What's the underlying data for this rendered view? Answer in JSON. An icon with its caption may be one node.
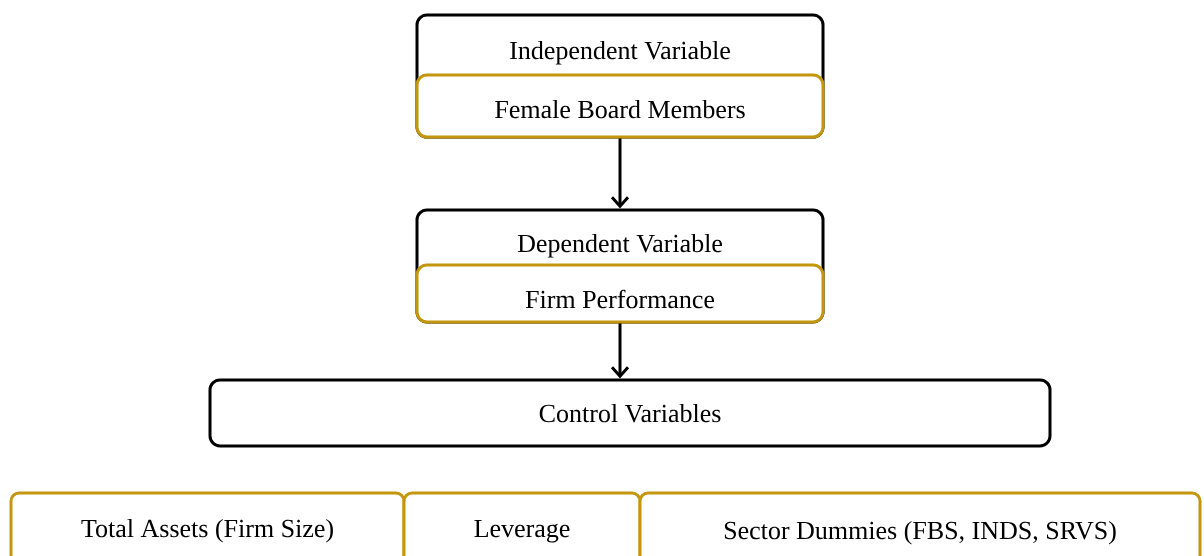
{
  "diagram": {
    "nodes": [
      {
        "text": [
          "Independent Variable"
        ]
      },
      {
        "text": [
          "Female Board Members"
        ],
        "in": 0
      },
      {
        "text": [
          "Dependent Variable"
        ]
      },
      {
        "text": [
          "Firm Performance"
        ],
        "in": 2
      },
      {
        "text": [
          "Control Variables"
        ]
      },
      {
        "text": [
          "Total Assets (Firm Size)"
        ]
      },
      {
        "text": [
          "Leverage"
        ]
      },
      {
        "text": [
          "Sector Dummies (FBS, INDS, SRVS)"
        ]
      }
    ],
    "edges": [
      {
        "from": 1,
        "to": 2,
        "arrow": "to"
      },
      {
        "from": 3,
        "to": 4,
        "arrow": "to"
      }
    ]
  }
}
